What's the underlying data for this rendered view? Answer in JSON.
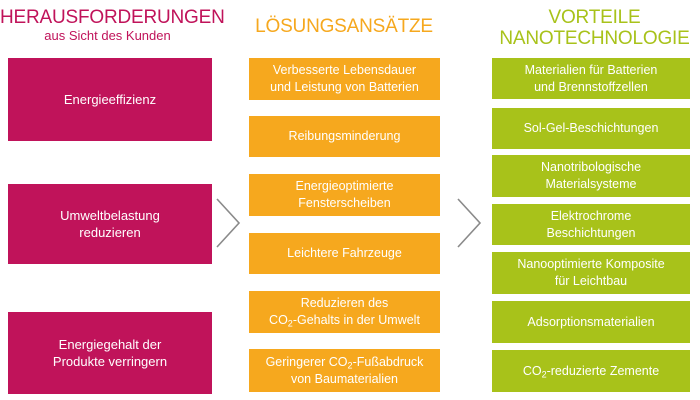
{
  "colors": {
    "challenge": "#c0135a",
    "solution": "#f6a81e",
    "advantage": "#a8c21a"
  },
  "challenges": {
    "title": "HERAUSFORDERUNGEN",
    "subtitle": "aus Sicht des Kunden",
    "items": [
      {
        "line1": "Energieeffizienz",
        "line2": ""
      },
      {
        "line1": "Umweltbelastung",
        "line2": "reduzieren"
      },
      {
        "line1": "Energiegehalt der",
        "line2": "Produkte verringern"
      }
    ]
  },
  "solutions": {
    "title": "LÖSUNGSANSÄTZE",
    "items": [
      {
        "line1": "Verbesserte Lebensdauer",
        "line2": "und Leistung von Batterien"
      },
      {
        "line1": "Reibungsminderung",
        "line2": ""
      },
      {
        "line1": "Energieoptimierte",
        "line2": "Fensterscheiben"
      },
      {
        "line1": "Leichtere Fahrzeuge",
        "line2": ""
      },
      {
        "line1": "Reduzieren des",
        "line2_pre": "CO",
        "line2_sub": "2",
        "line2_post": "-Gehalts in der Umwelt"
      },
      {
        "line1_pre": "Geringerer CO",
        "line1_sub": "2",
        "line1_post": "-Fußabdruck",
        "line2": "von Baumaterialien"
      }
    ]
  },
  "advantages": {
    "title_line1": "VORTEILE",
    "title_line2": "NANOTECHNOLOGIE",
    "items": [
      {
        "line1": "Materialien für Batterien",
        "line2": "und Brennstoffzellen"
      },
      {
        "line1": "Sol-Gel-Beschichtungen",
        "line2": ""
      },
      {
        "line1": "Nanotribologische",
        "line2": "Materialsysteme"
      },
      {
        "line1": "Elektrochrome",
        "line2": "Beschichtungen"
      },
      {
        "line1": "Nanooptimierte Komposite",
        "line2": "für Leichtbau"
      },
      {
        "line1": "Adsorptionsmaterialien",
        "line2": ""
      },
      {
        "pre": "CO",
        "sub": "2",
        "post": "-reduzierte Zemente"
      }
    ]
  }
}
